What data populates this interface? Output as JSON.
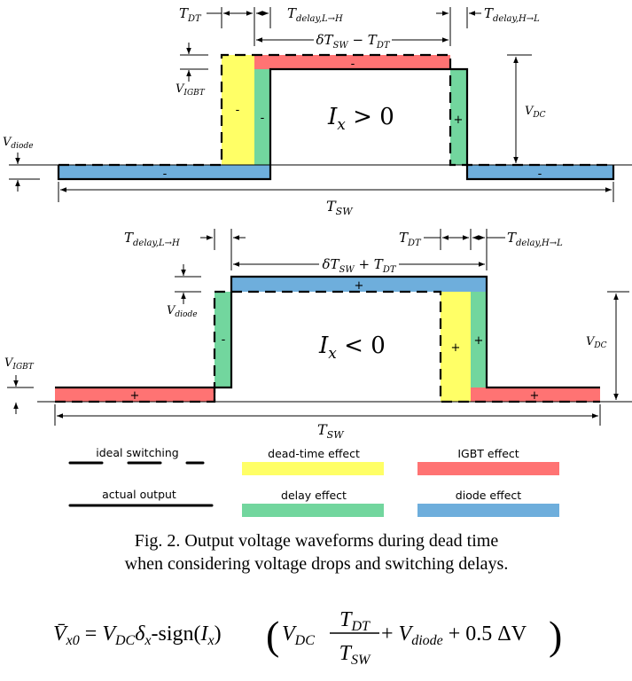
{
  "colors": {
    "dead_time": "#ffff66",
    "igbt": "#ff7373",
    "delay": "#72d69e",
    "diode": "#6eaedc"
  },
  "top": {
    "t_dt": {
      "main": "T",
      "sub": "DT"
    },
    "t_delay_lh": {
      "main": "T",
      "sub": "delay,L→H"
    },
    "t_delay_hl": {
      "main": "T",
      "sub": "delay,H→L"
    },
    "duty": {
      "a": "δT",
      "a_sub": "SW",
      "op": " − ",
      "b": "T",
      "b_sub": "DT"
    },
    "v_igbt": {
      "main": "V",
      "sub": "IGBT"
    },
    "v_diode": {
      "main": "V",
      "sub": "diode"
    },
    "v_dc": {
      "main": "V",
      "sub": "DC"
    },
    "t_sw": {
      "main": "T",
      "sub": "SW"
    },
    "condition": {
      "main": "I",
      "sub": "x",
      "rest": " > 0"
    },
    "signs": {
      "yellow": "-",
      "green_left": "-",
      "red": "-",
      "green_right": "+",
      "blue_left": "-",
      "blue_right": "-"
    }
  },
  "bottom": {
    "t_dt": {
      "main": "T",
      "sub": "DT"
    },
    "t_delay_lh": {
      "main": "T",
      "sub": "delay,L→H"
    },
    "t_delay_hl": {
      "main": "T",
      "sub": "delay,H→L"
    },
    "duty": {
      "a": "δT",
      "a_sub": "SW",
      "op": " + ",
      "b": "T",
      "b_sub": "DT"
    },
    "v_igbt": {
      "main": "V",
      "sub": "IGBT"
    },
    "v_diode": {
      "main": "V",
      "sub": "diode"
    },
    "v_dc": {
      "main": "V",
      "sub": "DC"
    },
    "t_sw": {
      "main": "T",
      "sub": "SW"
    },
    "condition": {
      "main": "I",
      "sub": "x",
      "rest": " < 0"
    },
    "signs": {
      "green_left": "-",
      "blue": "+",
      "yellow": "+",
      "green_right": "+",
      "red_left": "+",
      "red_right": "+"
    }
  },
  "legend": {
    "ideal": "ideal switching",
    "actual": "actual output",
    "dead_time": "dead-time effect",
    "delay": "delay effect",
    "igbt": "IGBT effect",
    "diode": "diode effect"
  },
  "caption": {
    "line1": "Fig. 2. Output voltage waveforms during dead time",
    "line2": "when considering voltage drops and switching delays."
  },
  "equation": {
    "lhs": "V̄",
    "lhs_sub": "x0",
    "eq": " = ",
    "vdc": "V",
    "vdc_sub": "DC",
    "delta": "δ",
    "delta_sub": "x",
    "sign": "-sign(",
    "ix": "I",
    "ix_sub": "x",
    "close": ")",
    "open_paren": "(",
    "num": "T",
    "num_sub": "DT",
    "den": "T",
    "den_sub": "SW",
    "plus1": " + ",
    "vd": "V",
    "vd_sub": "diode",
    "plus2": " + 0.5 ΔV",
    "close_paren": ")"
  }
}
